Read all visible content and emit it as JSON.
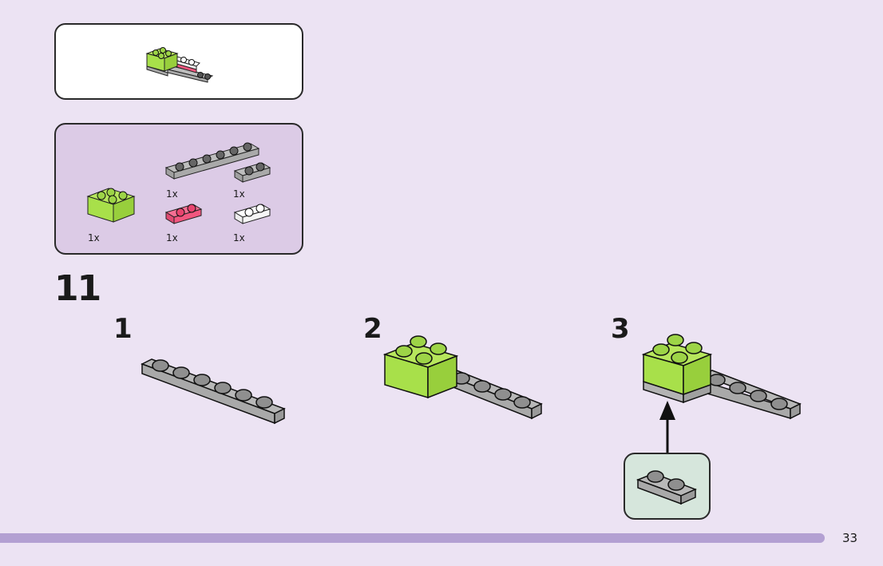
{
  "submodel_preview": {
    "label": "submodel-preview"
  },
  "parts_list": {
    "items": [
      {
        "part": "Plate 1x6",
        "color": "gray",
        "qty": "1x"
      },
      {
        "part": "Plate 1x2",
        "color": "gray",
        "qty": "1x"
      },
      {
        "part": "Brick 2x2",
        "color": "lime",
        "qty": "1x"
      },
      {
        "part": "Plate 1x2",
        "color": "pink",
        "qty": "1x"
      },
      {
        "part": "Plate 1x2",
        "color": "white",
        "qty": "1x"
      }
    ]
  },
  "step": {
    "number": "11",
    "sub_steps": [
      {
        "number": "1"
      },
      {
        "number": "2"
      },
      {
        "number": "3"
      }
    ]
  },
  "colors": {
    "background": "#ece3f3",
    "parts_box": "#dccbe6",
    "callout_box": "#d6e6dc",
    "lime": "#a8e04a",
    "gray": "#a9a9a9",
    "pink": "#f2567f",
    "white": "#ffffff",
    "footer_bar": "#b3a0d2"
  },
  "footer": {
    "page_number": "33"
  }
}
